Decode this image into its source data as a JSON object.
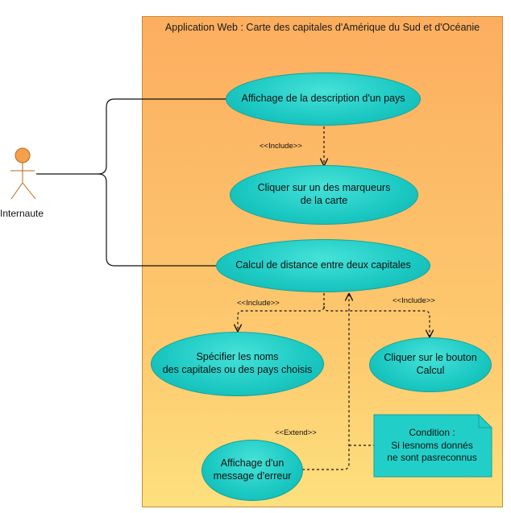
{
  "system": {
    "title": "Application Web : Carte des capitales d'Amérique du Sud et d'Océanie"
  },
  "actor": {
    "label": "Internaute"
  },
  "use_cases": {
    "description": "Affichage de la description d'un pays",
    "markers": "Cliquer sur un des marqueurs\nde la carte",
    "distance": "Calcul de distance entre deux capitales",
    "names": "Spécifier les noms\ndes capitales ou des pays choisis",
    "button": "Cliquer sur le bouton\nCalcul",
    "error": "Affichage d'un\nmessage d'erreur"
  },
  "relations": {
    "include_1": "<<Include>>",
    "include_2": "<<Include>>",
    "include_3": "<<Include>>",
    "extend": "<<Extend>>"
  },
  "note": {
    "text": "Condition :\nSi lesnoms donnés\nne sont pasreconnus"
  },
  "colors": {
    "system_fill": "#fcae5f",
    "use_case_fill": "#1bc8c2",
    "actor_fill": "#f5a04a",
    "note_fill": "#22cfc8"
  }
}
